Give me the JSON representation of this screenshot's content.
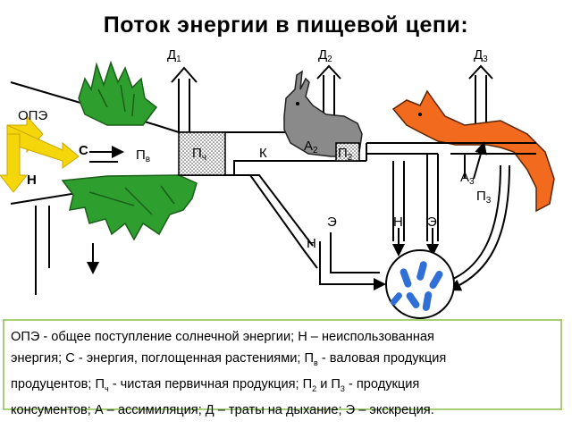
{
  "title": "Поток энергии в пищевой цепи:",
  "labels": {
    "ope": "ОПЭ",
    "c": "С",
    "n_left": "Н",
    "pv_main": "П",
    "pv_sub": "в",
    "pch_main": "П",
    "pch_sub": "ч",
    "k": "К",
    "a2_main": "А",
    "a2_sub": "2",
    "p2_main": "П",
    "p2_sub": "2",
    "a3_main": "А",
    "a3_sub": "3",
    "p3_main": "П",
    "p3_sub": "3",
    "e1": "Э",
    "n1": "Н",
    "n2": "Н",
    "e2": "Э",
    "d1_main": "Д",
    "d1_sub": "1",
    "d2_main": "Д",
    "d2_sub": "2",
    "d3_main": "Д",
    "d3_sub": "3"
  },
  "legend": {
    "l1a": "ОПЭ - общее поступление солнечной энергии; Н – неиспользованная",
    "l2a": "энергия; С - энергия, поглощенная растениями; П",
    "l2s": "в",
    "l2b": " - валовая продукция",
    "l3a": "продуцентов; П",
    "l3s1": "ч",
    "l3b": " - чистая первичная продукция; П",
    "l3s2": "2",
    "l3c": " и П",
    "l3s3": "3",
    "l3d": " - продукция",
    "l4": "консументов; А – ассимиляция; Д – траты на дыхание; Э – экскреция."
  },
  "colors": {
    "sun_arrow": "#f5d60a",
    "plant": "#2e9e2e",
    "plant_dark": "#1a5f1a",
    "hare": "#8a8a8a",
    "fox": "#f26a1e",
    "bacteria": "#2f6fd6",
    "legend_border": "#a8cf77"
  }
}
